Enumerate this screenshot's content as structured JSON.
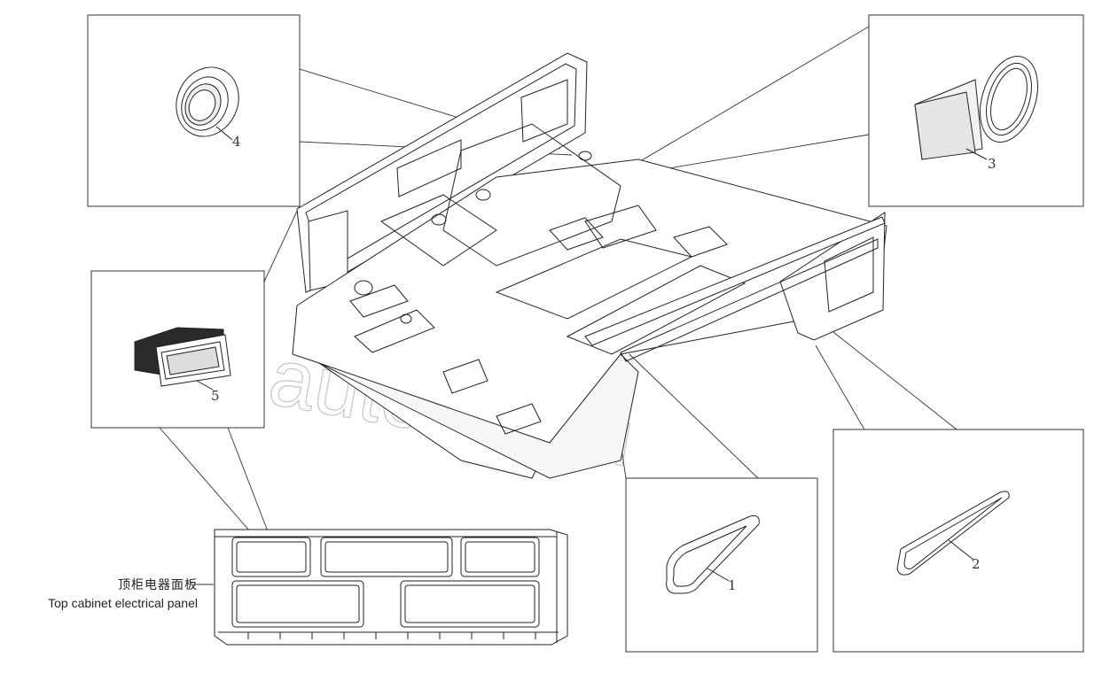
{
  "callouts": {
    "c1": "1",
    "c2": "2",
    "c3": "3",
    "c4": "4",
    "c5": "5"
  },
  "panel_label": {
    "chinese": "顶柜电器面板",
    "english": "Top cabinet electrical panel"
  },
  "watermark": "autoopt.ru",
  "colors": {
    "line": "#222222",
    "frame": "#333333",
    "watermark": "#c8c8c8",
    "fill_gray": "#e6e6e6"
  }
}
